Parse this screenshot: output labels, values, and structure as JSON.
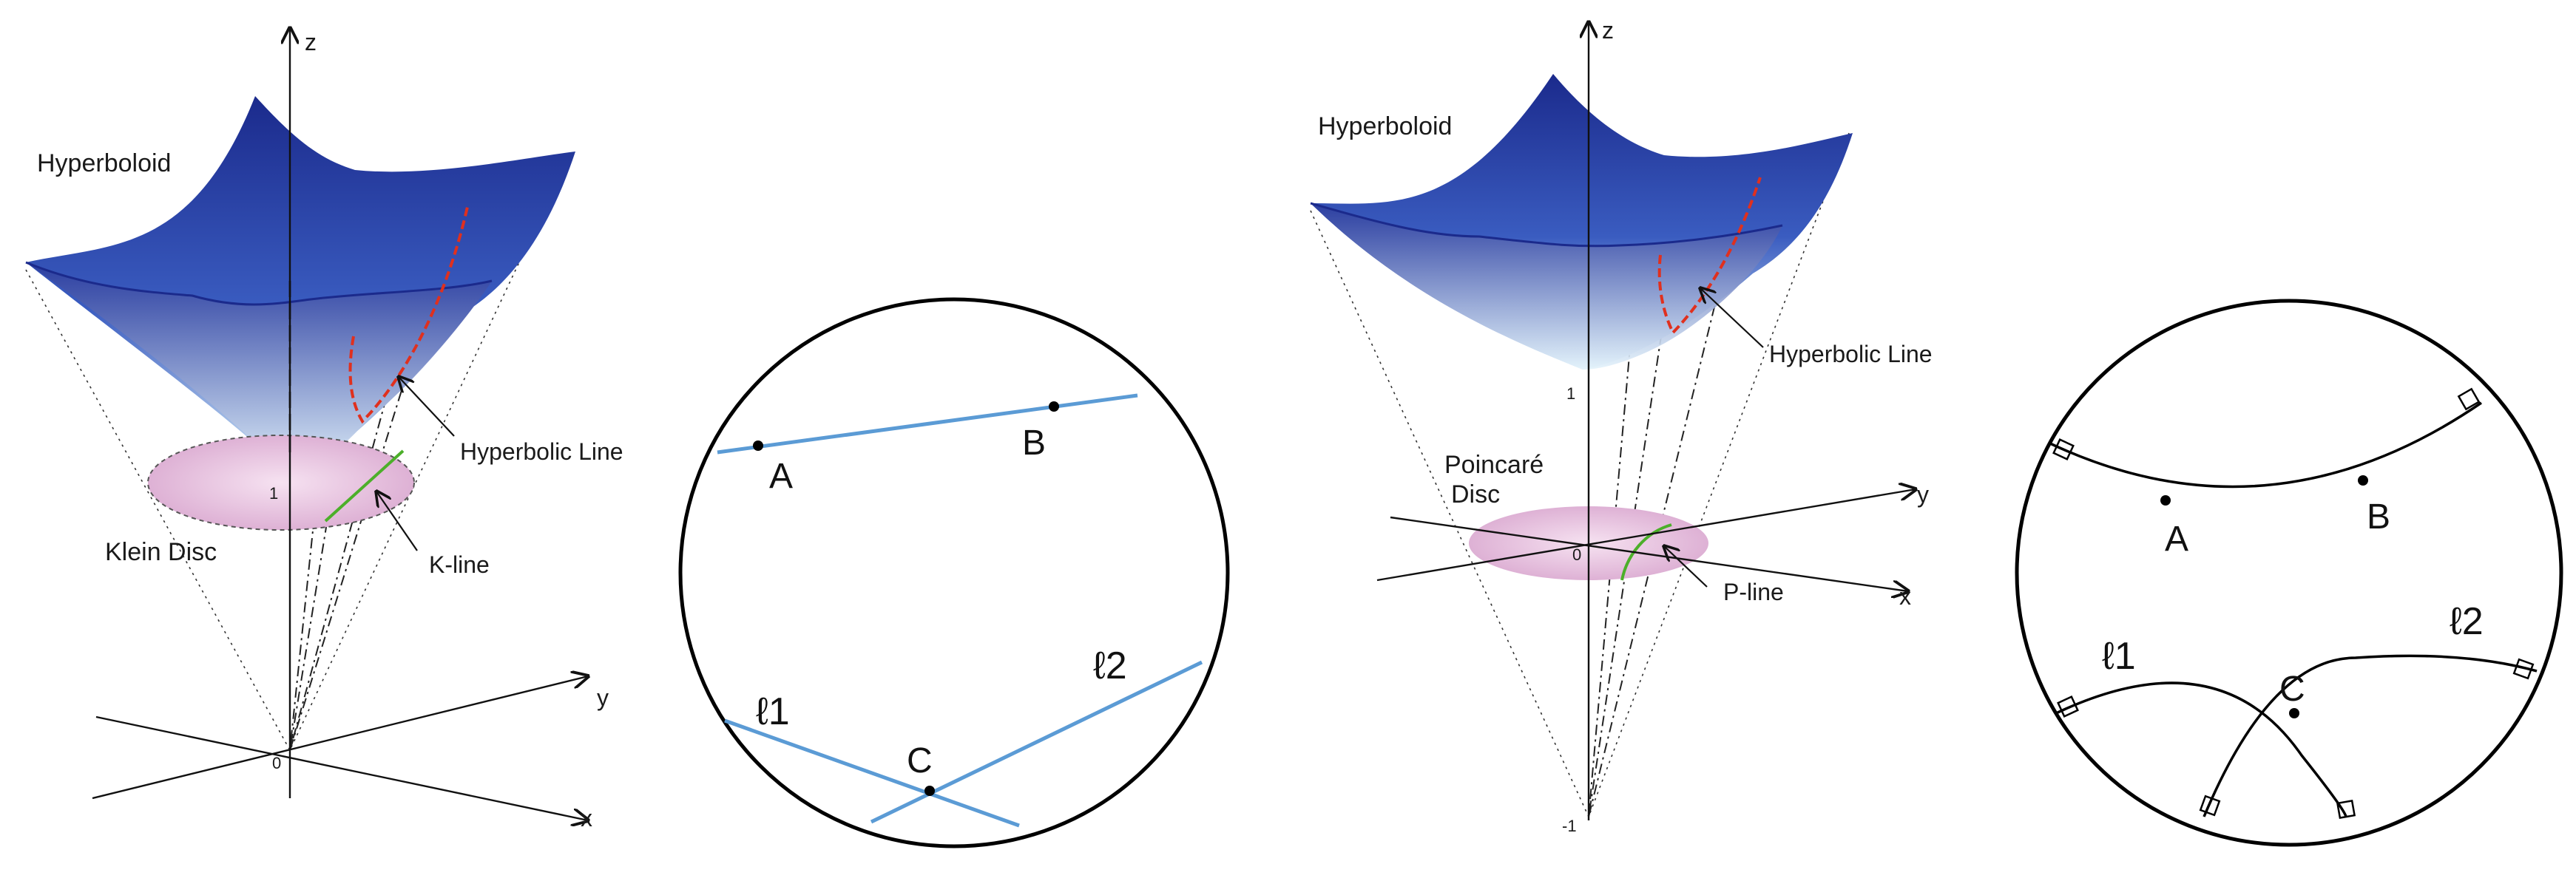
{
  "klein_model": {
    "surface_label": "Hyperboloid",
    "hyperbolic_line_label": "Hyperbolic Line",
    "disc_label": "Klein Disc",
    "line_label": "K-line",
    "axis_x": "x",
    "axis_y": "y",
    "axis_z": "z",
    "origin": "0",
    "vertex": "1"
  },
  "klein_disc": {
    "point_a": "A",
    "point_b": "B",
    "point_c": "C",
    "line_1": "ℓ1",
    "line_2": "ℓ2"
  },
  "poincare_model": {
    "surface_label": "Hyperboloid",
    "hyperbolic_line_label": "Hyperbolic Line",
    "disc_label_line1": "Poincaré",
    "disc_label_line2": "Disc",
    "line_label": "P-line",
    "axis_x": "x",
    "axis_y": "y",
    "axis_z": "z",
    "origin": "0",
    "vertex": "1",
    "projection_point": "-1"
  },
  "poincare_disc": {
    "point_a": "A",
    "point_b": "B",
    "point_c": "C",
    "line_1": "ℓ1",
    "line_2": "ℓ2"
  },
  "colors": {
    "hyperboloid_dark": "#1b2a8c",
    "hyperboloid_light": "#d6ecf8",
    "disc_pink": "#e8bfe0",
    "hyperbolic_line_red": "#e0301e",
    "disc_line_green": "#4caf2a",
    "klein_line_blue": "#5b9bd5"
  }
}
